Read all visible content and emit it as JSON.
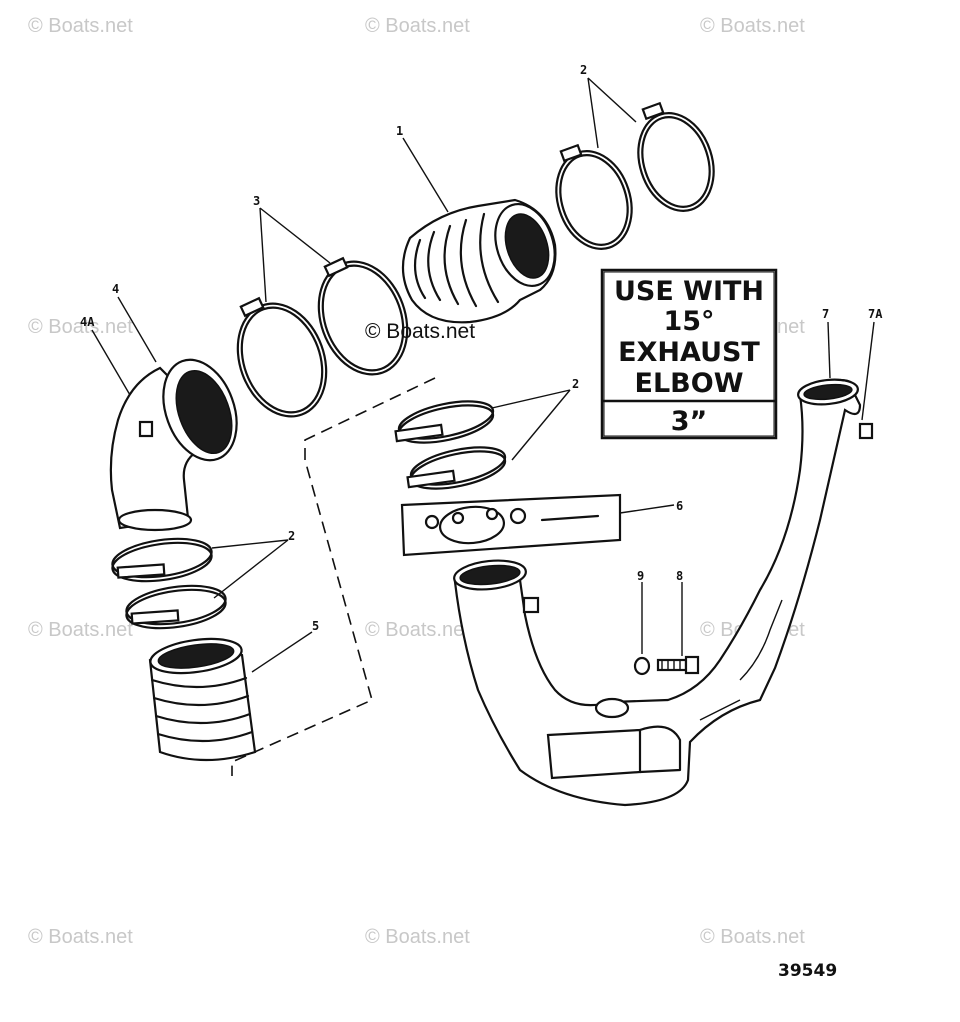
{
  "watermark": "© Boats.net",
  "figure_number": "39549",
  "note_box": {
    "lines": [
      "USE WITH",
      "15°",
      "EXHAUST",
      "ELBOW"
    ],
    "footer": "3”"
  },
  "callouts": {
    "c1": "1",
    "c2a": "2",
    "c2b": "2",
    "c2c": "2",
    "c3": "3",
    "c4": "4",
    "c4a": "4A",
    "c5": "5",
    "c6": "6",
    "c7": "7",
    "c7a": "7A",
    "c8": "8",
    "c9": "9"
  }
}
